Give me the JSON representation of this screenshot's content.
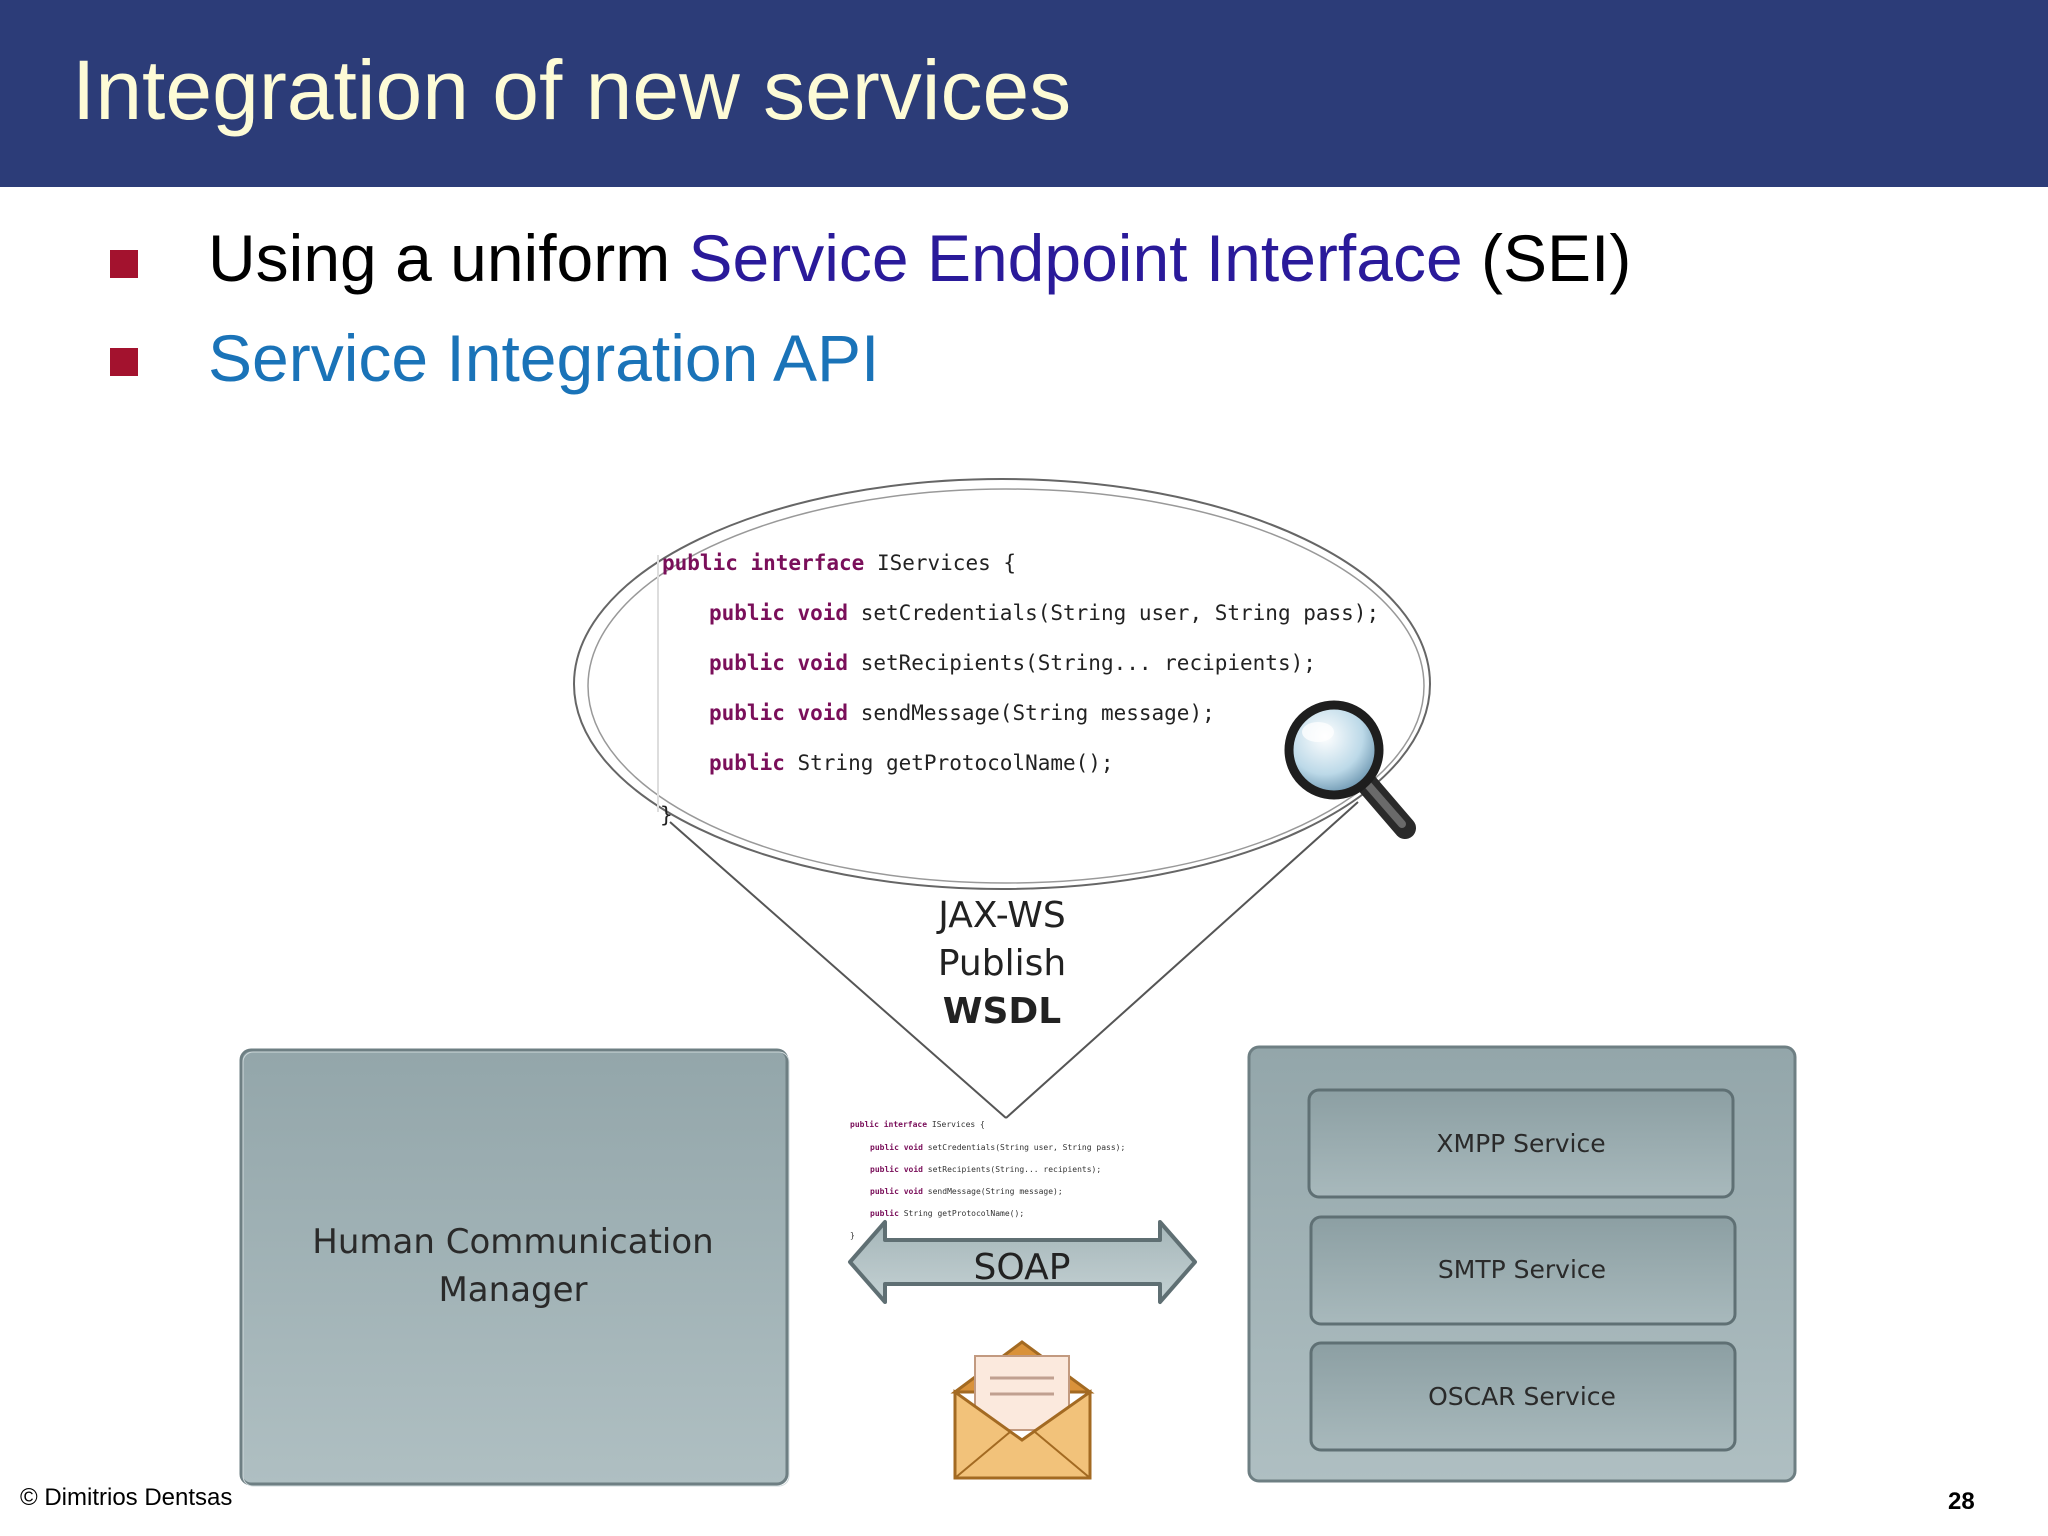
{
  "slide": {
    "title": "Integration of new services",
    "bullets": [
      {
        "prefix": "Using a uniform ",
        "highlight": "Service Endpoint Interface",
        "suffix": " (SEI)"
      },
      {
        "text": "Service Integration API"
      }
    ],
    "footer": {
      "copyright": "© Dimitrios Dentsas",
      "page_number": "28"
    }
  },
  "diagram": {
    "code_lines": [
      {
        "kw": "public interface",
        "rest": " IServices {"
      },
      {
        "kw": "public void",
        "rest": " setCredentials(String user, String pass);"
      },
      {
        "kw": "public void",
        "rest": " setRecipients(String... recipients);"
      },
      {
        "kw": "public void",
        "rest": " sendMessage(String message);"
      },
      {
        "kw": "public",
        "rest": " String getProtocolName();"
      }
    ],
    "closing_brace": "}",
    "publish_lines": [
      "JAX-WS",
      "Publish"
    ],
    "publish_bold": "WSDL",
    "soap_label": "SOAP",
    "hcm_lines": [
      "Human Communication",
      "Manager"
    ],
    "services": [
      "XMPP Service",
      "SMTP Service",
      "OSCAR Service"
    ],
    "colors": {
      "box": "#9fb0b4",
      "box_dark": "#8a9ca0",
      "code_keyword": "#7a0f5a",
      "envelope": "#f2c27a"
    },
    "icons": [
      "magnifier-icon",
      "envelope-icon"
    ]
  }
}
